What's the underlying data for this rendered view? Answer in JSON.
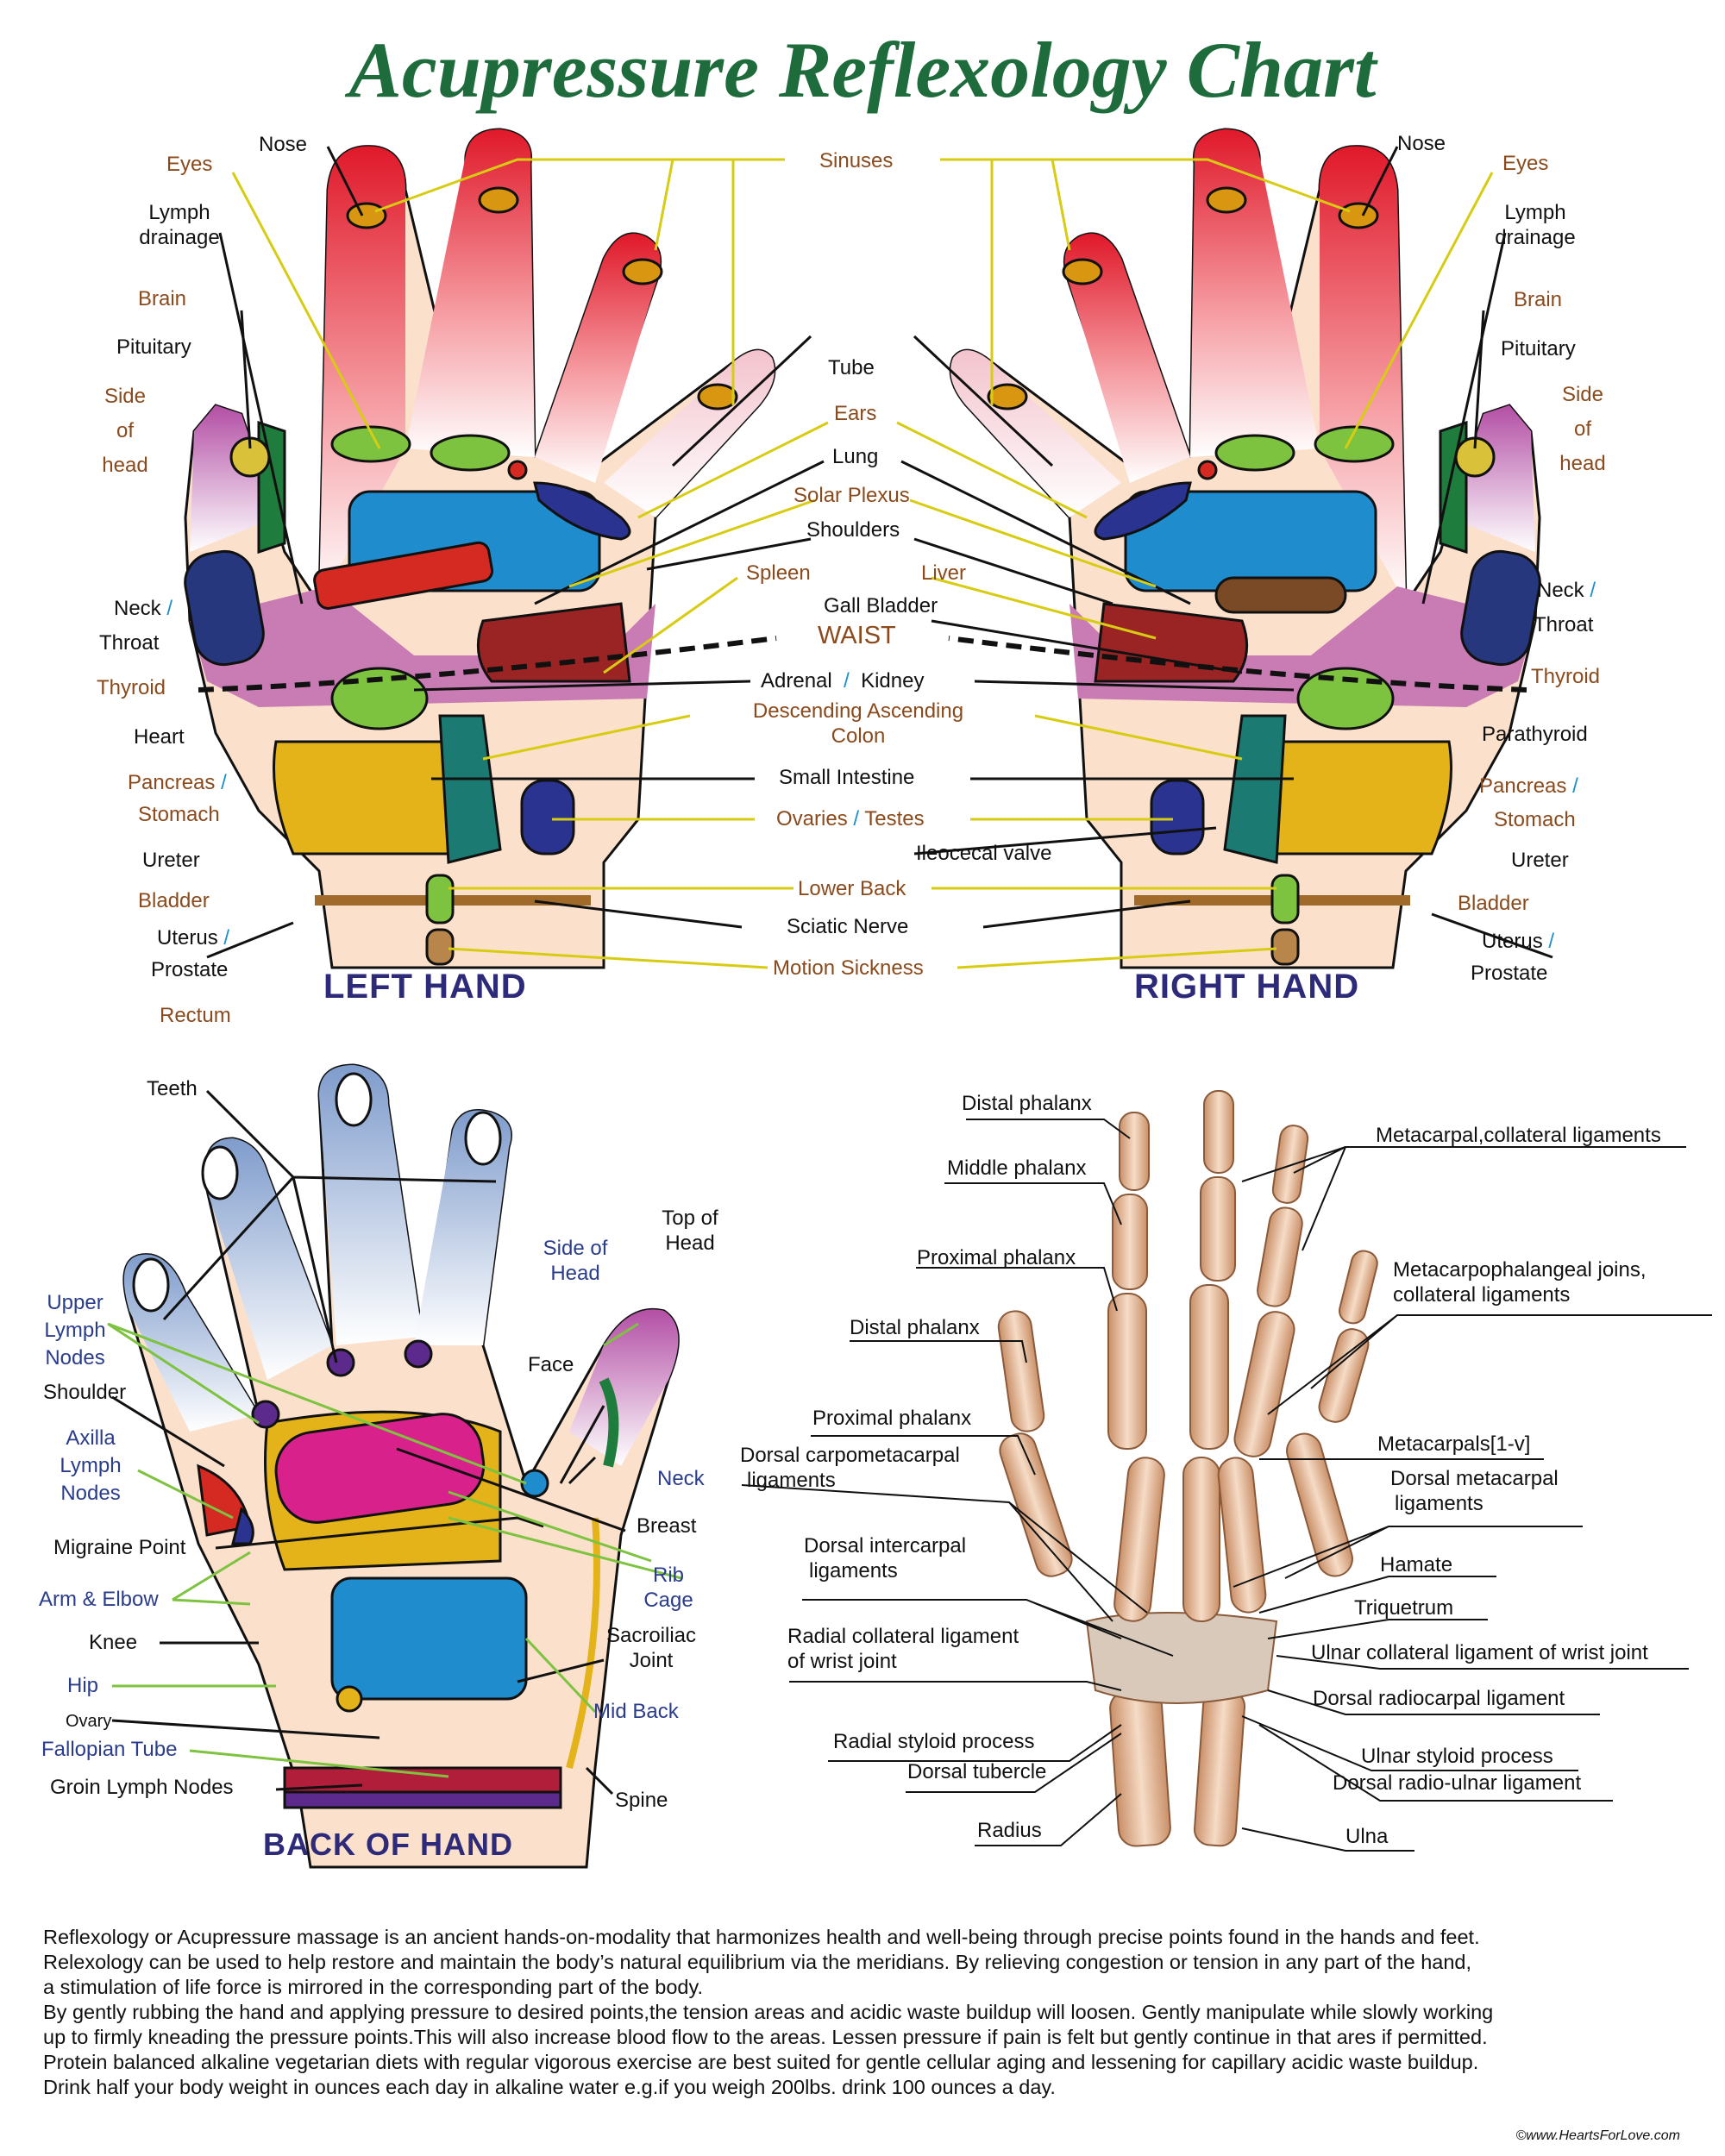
{
  "title": "Acupressure Reflexology Chart",
  "left_hand": {
    "title": "LEFT HAND",
    "labels": {
      "nose": "Nose",
      "eyes": "Eyes",
      "lymph_drainage_1": "Lymph",
      "lymph_drainage_2": "drainage",
      "brain": "Brain",
      "pituitary": "Pituitary",
      "side_of_head_1": "Side",
      "side_of_head_2": "of",
      "side_of_head_3": "head",
      "neck": "Neck",
      "throat": "Throat",
      "thyroid": "Thyroid",
      "heart": "Heart",
      "pancreas": "Pancreas",
      "stomach": "Stomach",
      "ureter": "Ureter",
      "bladder": "Bladder",
      "uterus": "Uterus",
      "prostate": "Prostate",
      "rectum": "Rectum"
    }
  },
  "right_hand": {
    "title": "RIGHT HAND",
    "labels": {
      "nose": "Nose",
      "eyes": "Eyes",
      "lymph_drainage_1": "Lymph",
      "lymph_drainage_2": "drainage",
      "brain": "Brain",
      "pituitary": "Pituitary",
      "side_of_head_1": "Side",
      "side_of_head_2": "of",
      "side_of_head_3": "head",
      "neck": "Neck",
      "throat": "Throat",
      "thyroid": "Thyroid",
      "parathyroid": "Parathyroid",
      "pancreas": "Pancreas",
      "stomach": "Stomach",
      "ureter": "Ureter",
      "bladder": "Bladder",
      "uterus": "Uterus",
      "prostate": "Prostate"
    }
  },
  "center_labels": {
    "sinuses": "Sinuses",
    "tube": "Tube",
    "ears": "Ears",
    "lung": "Lung",
    "solar_plexus": "Solar Plexus",
    "shoulders": "Shoulders",
    "spleen": "Spleen",
    "liver": "Liver",
    "gall_bladder": "Gall Bladder",
    "waist": "WAIST",
    "adrenal": "Adrenal",
    "kidney": "Kidney",
    "descending_ascending": "Descending Ascending",
    "colon": "Colon",
    "small_intestine": "Small Intestine",
    "ovaries": "Ovaries",
    "testes": "Testes",
    "ileocecal": "Ileocecal valve",
    "lower_back": "Lower Back",
    "sciatic": "Sciatic Nerve",
    "motion_sickness": "Motion Sickness",
    "separator": "/"
  },
  "back_of_hand": {
    "title": "BACK OF HAND",
    "labels": {
      "teeth": "Teeth",
      "top_of_head_1": "Top of",
      "top_of_head_2": "Head",
      "side_of_head_1": "Side  of",
      "side_of_head_2": "Head",
      "upper_lymph_1": "Upper",
      "upper_lymph_2": "Lymph",
      "upper_lymph_3": "Nodes",
      "face": "Face",
      "shoulder": "Shoulder",
      "axilla_1": "Axilla",
      "axilla_2": "Lymph",
      "axilla_3": "Nodes",
      "neck": "Neck",
      "breast": "Breast",
      "migraine": "Migraine  Point",
      "rib_1": "Rib",
      "rib_2": "Cage",
      "arm_elbow": "Arm & Elbow",
      "knee": "Knee",
      "sacroiliac_1": "Sacroiliac",
      "sacroiliac_2": "Joint",
      "hip": "Hip",
      "ovary": "Ovary",
      "mid_back": "Mid  Back",
      "fallopian": "Fallopian  Tube",
      "groin": "Groin  Lymph  Nodes",
      "spine": "Spine"
    }
  },
  "anatomy": {
    "labels": {
      "distal_phalanx_1": "Distal phalanx",
      "middle_phalanx": "Middle phalanx",
      "proximal_phalanx_1": "Proximal phalanx",
      "distal_phalanx_2": "Distal phalanx",
      "proximal_phalanx_2": "Proximal phalanx",
      "dorsal_carpo_1": "Dorsal carpometacarpal",
      "dorsal_carpo_2": "ligaments",
      "dorsal_inter_1": "Dorsal intercarpal",
      "dorsal_inter_2": "ligaments",
      "radial_coll_1": "Radial collateral ligament",
      "radial_coll_2": "of wrist joint",
      "radial_styloid": "Radial styloid process",
      "dorsal_tubercle": "Dorsal tubercle",
      "radius": "Radius",
      "meta_coll": "Metacarpal,collateral ligaments",
      "metacarpophal_1": "Metacarpophalangeal joins,",
      "metacarpophal_2": "collateral ligaments",
      "metacarpals": "Metacarpals[1-v]",
      "dorsal_meta_1": "Dorsal metacarpal",
      "dorsal_meta_2": "ligaments",
      "hamate": "Hamate",
      "triquetrum": "Triquetrum",
      "ulnar_coll": "Ulnar collateral ligament of wrist joint",
      "dorsal_radiocarpal": "Dorsal radiocarpal ligament",
      "ulnar_styloid": "Ulnar styloid process",
      "dorsal_radio_ulnar": "Dorsal radio-ulnar ligament",
      "ulna": "Ulna"
    }
  },
  "description": [
    "Reflexology or Acupressure massage is an ancient hands-on-modality that harmonizes health and well-being through precise points found in the hands and feet.",
    "Relexology can be used to help restore and maintain the body’s natural equilibrium via the meridians. By relieving congestion or tension in any part of the hand,",
    "a stimulation of life force is mirrored in the corresponding part of the body.",
    "By gently rubbing the hand and applying pressure to desired points,the tension areas and acidic waste buildup will loosen. Gently manipulate while  slowly working",
    "up to firmly kneading the pressure points.This will also increase blood flow to the areas. Lessen pressure if pain is felt but gently continue in that ares if permitted.",
    "Protein balanced alkaline vegetarian diets with regular vigorous exercise are best suited for gentle cellular aging and lessening for capillary acidic waste buildup.",
    "Drink half your body weight in ounces each day in alkaline water e.g.if you weigh 200lbs. drink 100 ounces a day."
  ],
  "copyright": "©www.HeartsForLove.com"
}
